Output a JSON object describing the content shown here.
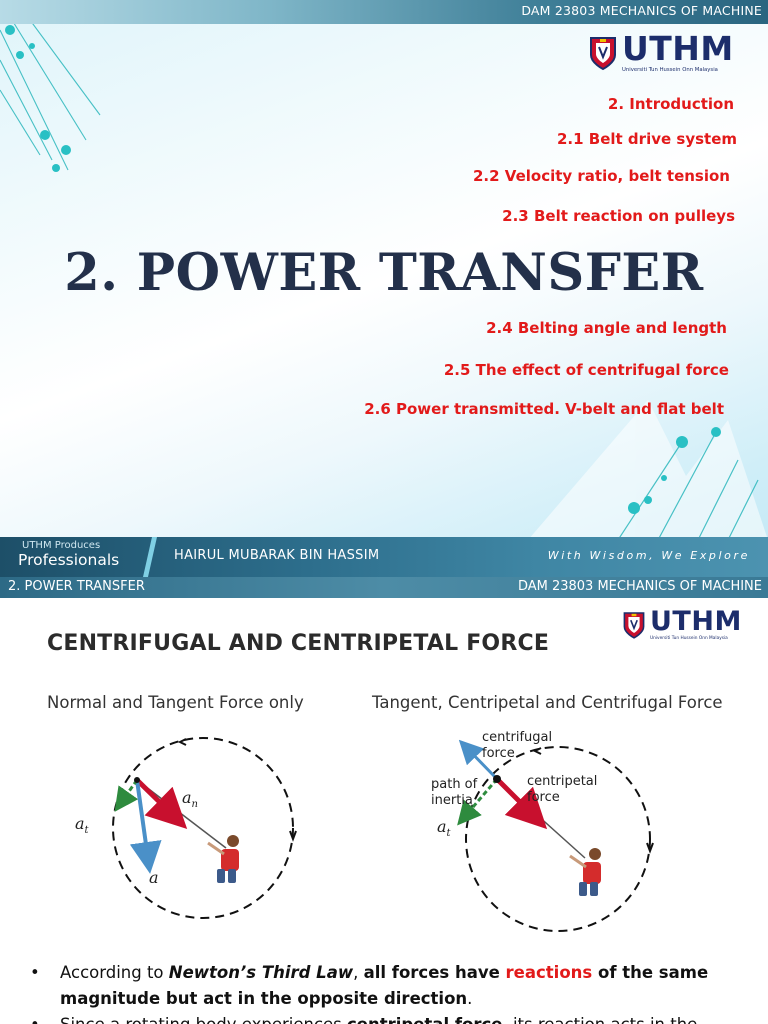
{
  "slide1": {
    "course_label": "DAM 23803 MECHANICS OF MACHINE",
    "logo": {
      "word": "UTHM",
      "subtitle": "Universiti Tun Hussein Onn Malaysia"
    },
    "toc": [
      "2. Introduction",
      "2.1 Belt drive system",
      "2.2 Velocity ratio, belt tension",
      "2.3 Belt reaction on pulleys",
      "2.4 Belting angle and length",
      "2.5 The effect of centrifugal force",
      "2.6 Power transmitted. V-belt and flat belt"
    ],
    "title": "2. POWER TRANSFER",
    "bottom_bar": {
      "produces": "UTHM Produces",
      "professionals": "Professionals",
      "author": "HAIRUL MUBARAK BIN HASSIM",
      "motto": "With Wisdom, We Explore"
    },
    "footer": {
      "left": "2. POWER TRANSFER",
      "right": "DAM 23803 MECHANICS OF MACHINE"
    }
  },
  "slide2": {
    "logo": {
      "word": "UTHM",
      "subtitle": "Universiti Tun Hussein Onn Malaysia"
    },
    "title": "CENTRIFUGAL AND CENTRIPETAL FORCE",
    "left_caption": "Normal and Tangent Force only",
    "right_caption": "Tangent, Centripetal and Centrifugal Force",
    "left_diagram": {
      "labels": {
        "a_n": "a",
        "a_n_sub": "n",
        "a_t": "a",
        "a_t_sub": "t",
        "a": "a"
      }
    },
    "right_diagram": {
      "labels": {
        "centrifugal_line1": "centrifugal",
        "centrifugal_line2": "force",
        "path_line1": "path of",
        "path_line2": "inertia",
        "centripetal_line1": "centripetal",
        "centripetal_line2": "force",
        "a_t": "a",
        "a_t_sub": "t"
      }
    },
    "bullets": [
      {
        "marker": "•",
        "pre": "According to ",
        "emph": "Newton’s Third Law",
        "mid": ", ",
        "bold1": "all forces have ",
        "red": "reactions",
        "bold2": " of the same magnitude but act in the opposite direction",
        "post": "."
      },
      {
        "marker": "•",
        "pre": "Since a rotating body experiences ",
        "bold1": "centripetal force",
        "post": ", its reaction acts in the"
      }
    ],
    "colors": {
      "red_arrow": "#c8102e",
      "blue_arrow": "#4a90c8",
      "green_arrow": "#2e8b3e",
      "toc_red": "#e21a1a",
      "title_navy": "#23304a"
    }
  }
}
